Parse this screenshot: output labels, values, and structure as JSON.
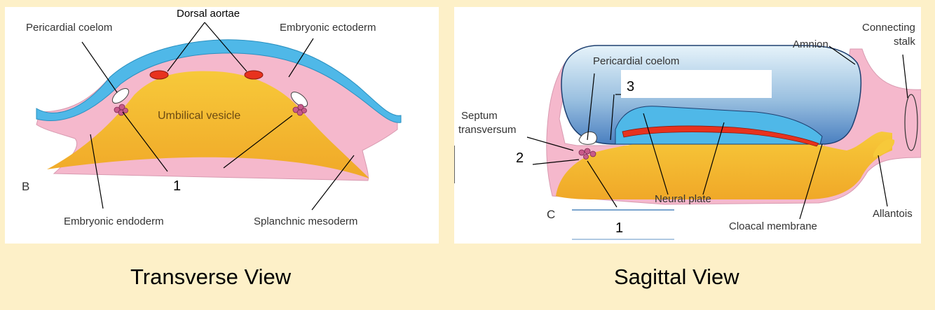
{
  "left_panel": {
    "labels": {
      "dorsal_aortae": "Dorsal aortae",
      "pericardial_coelom": "Pericardial coelom",
      "embryonic_ectoderm": "Embryonic ectoderm",
      "umbilical_vesicle": "Umbilical vesicle",
      "panel_letter": "B",
      "number_1": "1",
      "embryonic_endoderm": "Embryonic endoderm",
      "splanchnic_mesoderm": "Splanchnic mesoderm"
    }
  },
  "right_panel": {
    "labels": {
      "pericardial_coelom": "Pericardial coelom",
      "amnion": "Amnion",
      "connecting_stalk_line1": "Connecting",
      "connecting_stalk_line2": "stalk",
      "septum_line1": "Septum",
      "septum_line2": "transversum",
      "number_3": "3",
      "number_2": "2",
      "panel_letter": "C",
      "number_1": "1",
      "neural_plate": "Neural plate",
      "cloacal_membrane": "Cloacal membrane",
      "allantois": "Allantois"
    }
  },
  "captions": {
    "left": "Transverse View",
    "right": "Sagittal View"
  },
  "colors": {
    "page_background": "#fdf0c8",
    "ectoderm_blue": "#4fb8e8",
    "mesoderm_pink": "#f5b8cc",
    "yolk_yellow": "#f5c030",
    "aorta_red": "#e8321e",
    "amniotic_cavity_top": "#e6f3fa",
    "amniotic_cavity_bottom": "#4a7fc0"
  }
}
